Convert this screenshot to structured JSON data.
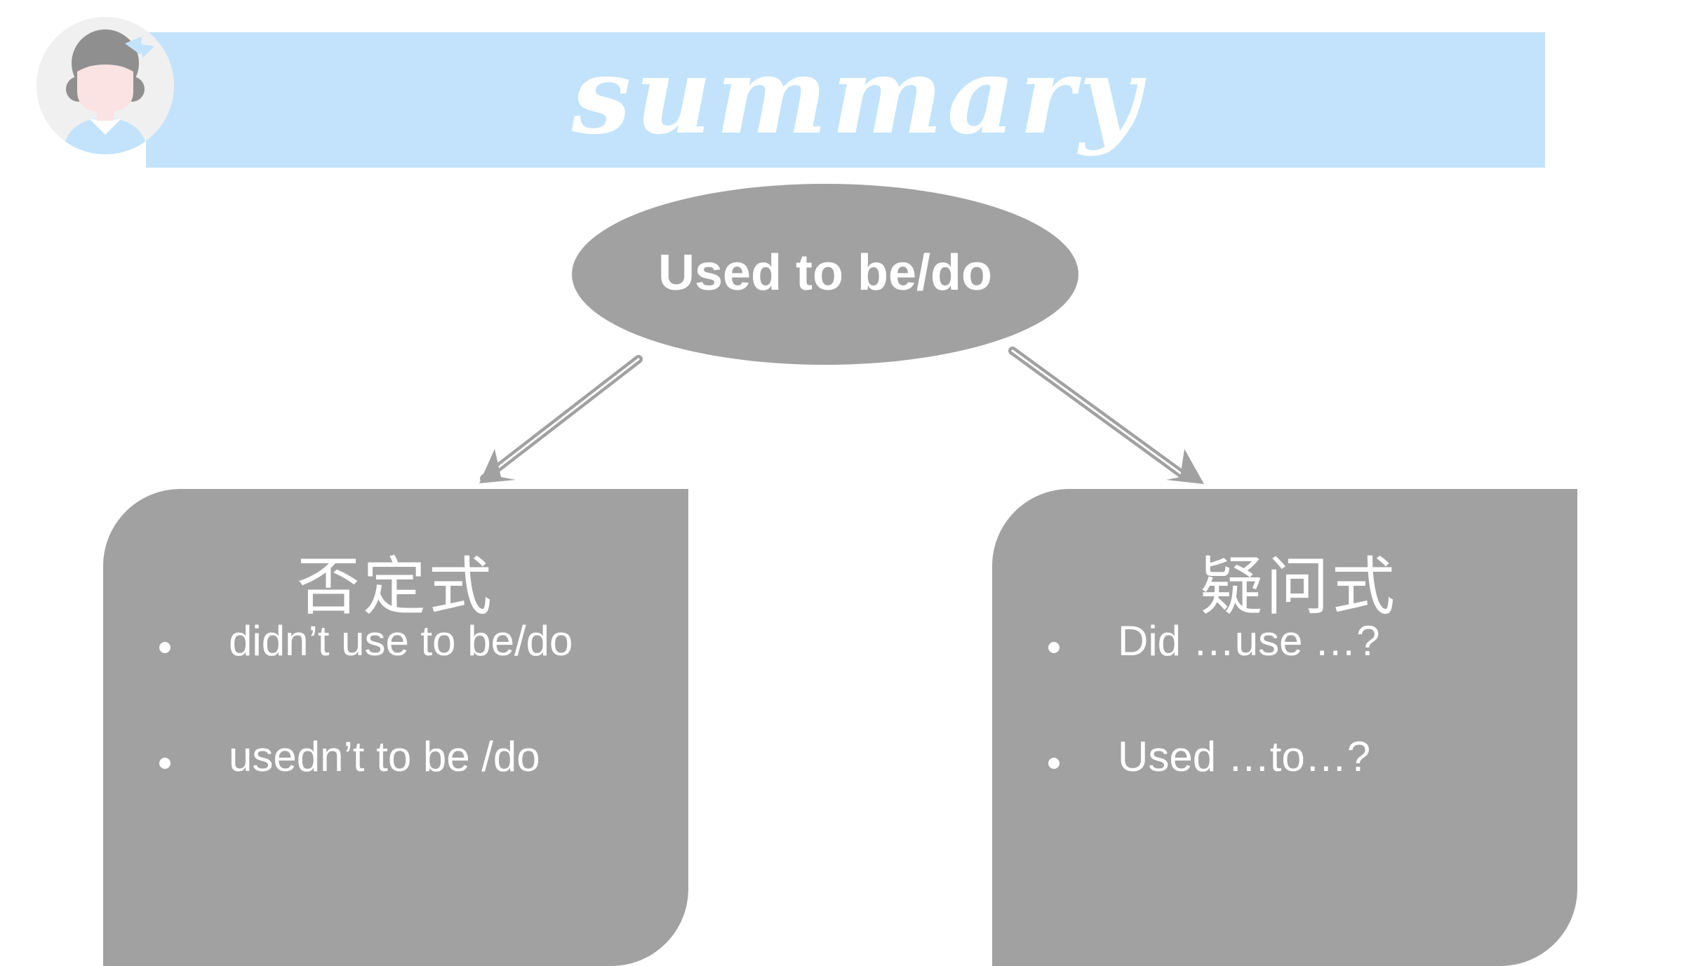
{
  "header": {
    "title": "summary"
  },
  "diagram": {
    "root": "Used to be/do",
    "branches": [
      {
        "title": "否定式",
        "items": [
          "didn’t use to be/do",
          "usedn’t to be /do"
        ]
      },
      {
        "title": "疑问式",
        "items": [
          "Did …use …?",
          "Used …to…?"
        ]
      }
    ]
  },
  "colors": {
    "banner": "#c2e3fb",
    "node_fill": "#a1a1a1",
    "text": "#ffffff"
  },
  "icons": {
    "avatar": "girl-avatar-icon"
  }
}
